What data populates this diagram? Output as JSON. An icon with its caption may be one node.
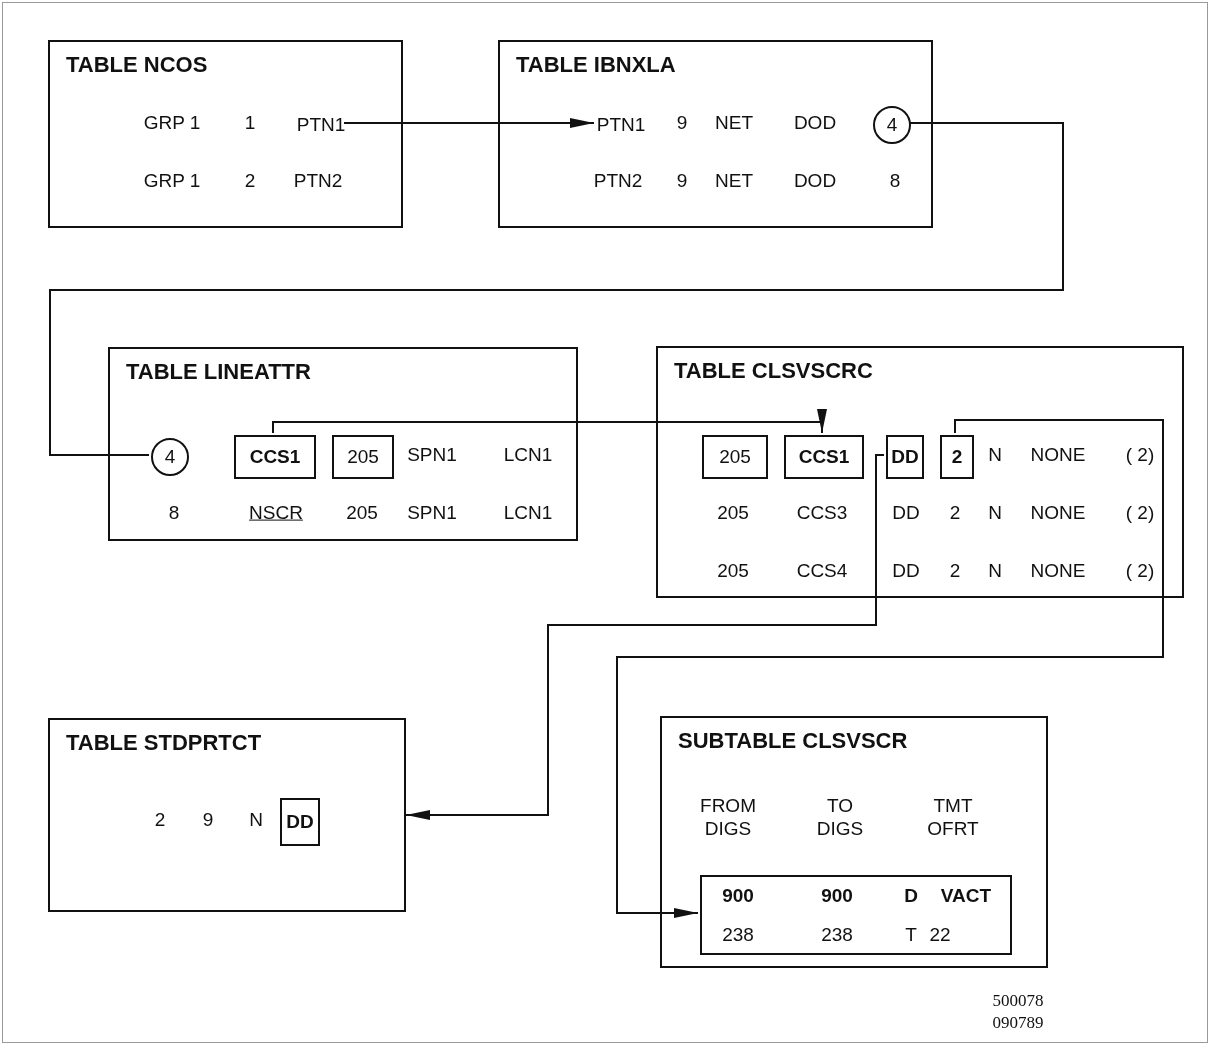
{
  "diagram": {
    "nodes": [
      {
        "text": [
          "TABLE NCOS"
        ]
      },
      {
        "text": [
          "PTN1"
        ],
        "in": 0
      },
      {
        "text": [
          "TABLE IBNXLA"
        ]
      },
      {
        "text": [
          "PTN1"
        ],
        "in": 2
      },
      {
        "text": [
          "4"
        ],
        "in": 2
      },
      {
        "text": [
          "TABLE LINEATTR"
        ]
      },
      {
        "text": [
          "4"
        ],
        "in": 5
      },
      {
        "text": [
          "CCS1"
        ],
        "in": 5
      },
      {
        "text": [
          "205"
        ],
        "in": 5
      },
      {
        "text": [
          "TABLE CLSVSCRC"
        ]
      },
      {
        "text": [
          "205"
        ],
        "in": 9
      },
      {
        "text": [
          "CCS1"
        ],
        "in": 9
      },
      {
        "text": [
          "DD"
        ],
        "in": 9
      },
      {
        "text": [
          "2"
        ],
        "in": 9
      },
      {
        "text": [
          "TABLE STDPRTCT"
        ]
      },
      {
        "text": [
          "DD"
        ],
        "in": 14
      },
      {
        "text": [
          "SUBTABLE CLSVSCR"
        ]
      },
      {
        "text": [
          "900",
          "900",
          "D",
          "VACT",
          "238",
          "238",
          "T",
          "22"
        ],
        "in": 16
      }
    ],
    "edges": [
      {
        "from": 1,
        "to": 3,
        "arrow": "to"
      },
      {
        "from": 4,
        "to": 6,
        "arrow": "none"
      },
      {
        "from": 7,
        "to": 11,
        "arrow": "to"
      },
      {
        "from": 12,
        "to": 14,
        "arrow": "to"
      },
      {
        "from": 13,
        "to": 17,
        "arrow": "to"
      }
    ],
    "labels": [
      "GRP 1",
      "1",
      "GRP 1",
      "2",
      "PTN2",
      "9",
      "NET",
      "DOD",
      "PTN2",
      "9",
      "NET",
      "DOD",
      "8",
      "SPN1",
      "LCN1",
      "8",
      "NSCR",
      "205",
      "SPN1",
      "LCN1",
      "N",
      "NONE",
      "( 2)",
      "205",
      "CCS3",
      "DD",
      "2",
      "N",
      "NONE",
      "( 2)",
      "205",
      "CCS4",
      "DD",
      "2",
      "N",
      "NONE",
      "( 2)",
      "2",
      "9",
      "N",
      "FROM DIGS",
      "TO DIGS",
      "TMT OFRT",
      "500078",
      "090789"
    ]
  }
}
